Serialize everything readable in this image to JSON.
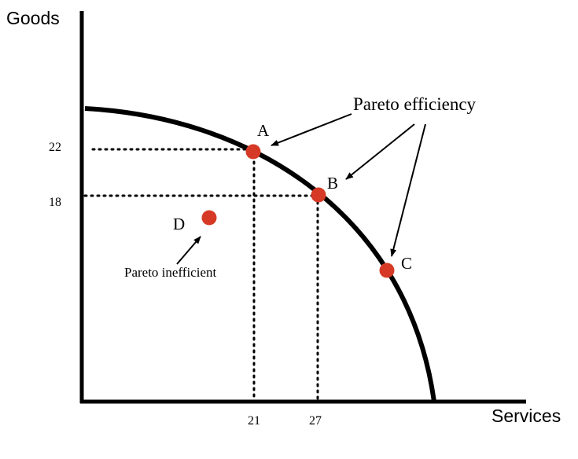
{
  "diagram": {
    "y_axis_title": "Goods",
    "x_axis_title": "Services",
    "y_ticks": [
      "22",
      "18"
    ],
    "x_ticks": [
      "21",
      "27"
    ],
    "annotations": {
      "efficient": "Pareto efficiency",
      "inefficient": "Pareto inefficient"
    },
    "points": [
      {
        "label": "A",
        "services": 21,
        "goods": 22,
        "efficient": true
      },
      {
        "label": "B",
        "services": 27,
        "goods": 18,
        "efficient": true
      },
      {
        "label": "C",
        "efficient": true
      },
      {
        "label": "D",
        "efficient": false
      }
    ],
    "colors": {
      "point": "#d63a26",
      "line": "#000000"
    }
  }
}
